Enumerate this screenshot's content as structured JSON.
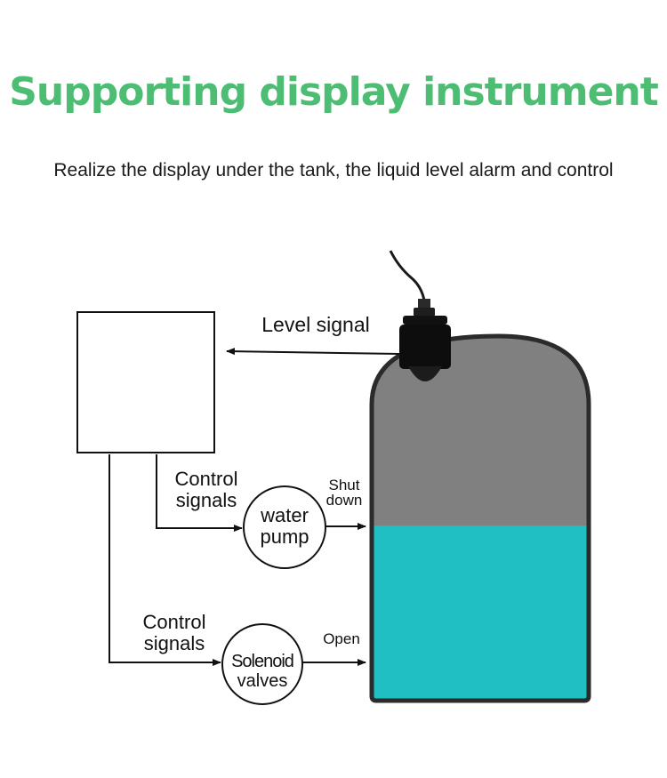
{
  "header": {
    "title": "Supporting display instrument",
    "subtitle": "Realize the display under the tank, the liquid level alarm and control"
  },
  "diagram": {
    "level_signal": "Level signal",
    "control_signals_1": [
      "Control",
      "signals"
    ],
    "control_signals_2": [
      "Control",
      "signals"
    ],
    "pump": [
      "water",
      "pump"
    ],
    "valves": [
      "Solenoid",
      "valves"
    ],
    "shut_down": [
      "Shut",
      "down"
    ],
    "open": "Open",
    "tank_fill_percent": 48
  },
  "colors": {
    "title": "#4dbd74",
    "tank_empty": "#808080",
    "tank_liquid": "#1fbfc4",
    "tank_outline": "#2b2b2b"
  }
}
